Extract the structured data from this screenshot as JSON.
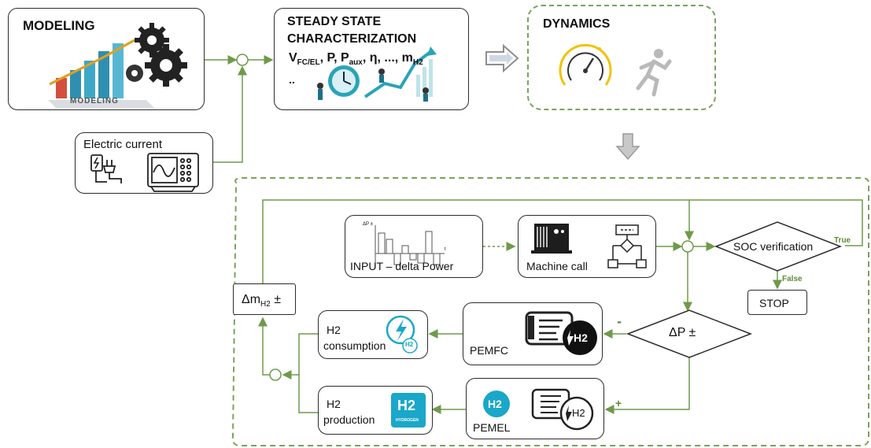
{
  "top": {
    "modeling": {
      "title": "MODELING",
      "image_caption": "MODELING"
    },
    "steady": {
      "title_line1": "STEADY STATE",
      "title_line2": "CHARACTERIZATION",
      "vars": {
        "v": "V",
        "v_sub": "FC/EL",
        "p": "P",
        "paux": "P",
        "paux_sub": "aux",
        "eta": "η",
        "dots": "...",
        "m": "m",
        "m_sub": "H2",
        "ellipsis": ".."
      }
    },
    "dynamics": {
      "title": "DYNAMICS"
    },
    "electric": {
      "title": "Electric current"
    }
  },
  "flow": {
    "input": {
      "label": "INPUT – delta Power",
      "chart_axis": "ΔP ±",
      "chart_t": "t"
    },
    "machine": {
      "label": "Machine call"
    },
    "soc": {
      "label": "SOC verification",
      "true_label": "True",
      "false_label": "False"
    },
    "stop": {
      "label": "STOP"
    },
    "dp": {
      "label": "ΔP ±",
      "minus": "-",
      "plus": "+"
    },
    "pemfc": {
      "label": "PEMFC",
      "icon_text": "H2"
    },
    "pemel": {
      "label": "PEMEL",
      "badge": "H2",
      "icon_text": "H2"
    },
    "consumption": {
      "line1": "H2",
      "line2": "consumption",
      "badge": "H2"
    },
    "production": {
      "line1": "H2",
      "line2": "production",
      "icon_text": "H2",
      "icon_sub": "HYDROGEN"
    },
    "dm": {
      "prefix": "Δm",
      "sub": "H2",
      "suffix": " ±"
    }
  },
  "colors": {
    "arrow_green": "#6f9a4a",
    "dash_green": "#7aa35a",
    "box_stroke": "#2b2b2b",
    "cyan": "#1aa7c9",
    "true_green": "#5d8a3a"
  }
}
